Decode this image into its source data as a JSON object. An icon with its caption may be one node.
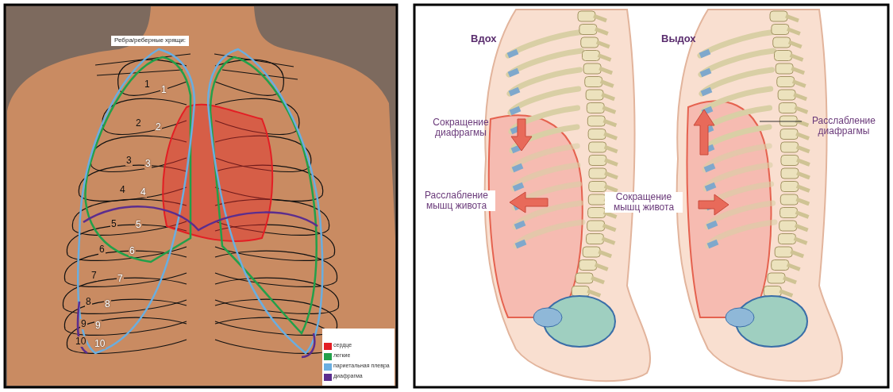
{
  "diagram": {
    "nodes": [
      {
        "text": [
          "Расслабление диафрагмы"
        ]
      },
      {
        "text": [],
        "shape": "picture"
      }
    ],
    "edges": [
      {
        "from": 0,
        "to": 1,
        "arrow": "none"
      }
    ],
    "labels": [
      "Ребра/реберные хрящи:",
      "1",
      "1",
      "2",
      "2",
      "3",
      "3",
      "4",
      "4",
      "5",
      "5",
      "6",
      "6",
      "7",
      "7",
      "8",
      "8",
      "9",
      "9",
      "10",
      "10",
      "Вдох",
      "Выдох",
      "Сокращение диафрагмы",
      "Расслабление мышц живота",
      "Сокращение мышц живота"
    ],
    "legend": [
      {
        "text": "сердце",
        "color": "#e31e24"
      },
      {
        "text": "легкие",
        "color": "#22a04a"
      },
      {
        "text": "париетальная плевра",
        "color": "#6aaee0"
      },
      {
        "text": "диафрагма",
        "color": "#5b2d8e"
      }
    ]
  }
}
